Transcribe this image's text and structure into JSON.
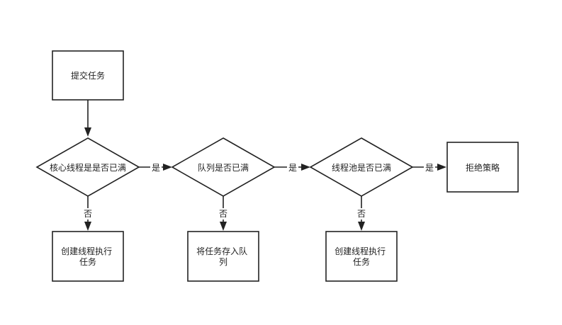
{
  "flowchart": {
    "nodes": {
      "submit": {
        "label": [
          "提交任务"
        ]
      },
      "core_full": {
        "label": [
          "核心线程是是否已满"
        ]
      },
      "queue_full": {
        "label": [
          "队列是否已满"
        ]
      },
      "pool_full": {
        "label": [
          "线程池是否已满"
        ]
      },
      "reject": {
        "label": [
          "拒绝策略"
        ]
      },
      "create_core": {
        "label": [
          "创建线程执行",
          "任务"
        ]
      },
      "enqueue": {
        "label": [
          "将任务存入队",
          "列"
        ]
      },
      "create_nonecore": {
        "label": [
          "创建线程执行",
          "任务"
        ]
      }
    },
    "edge_labels": {
      "yes": "是",
      "no": "否"
    }
  }
}
